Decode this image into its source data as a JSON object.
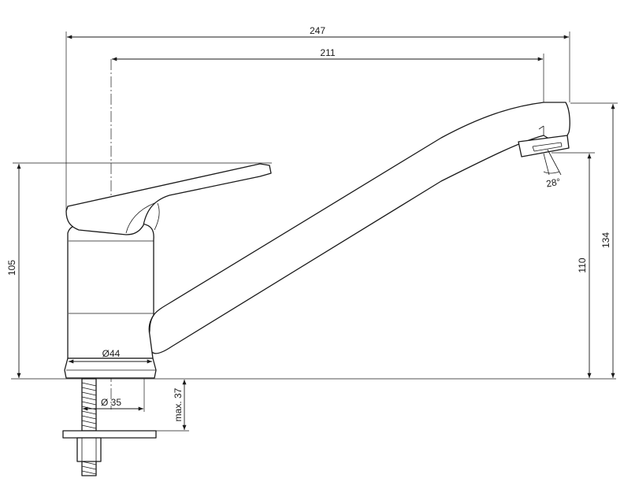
{
  "dimensions": {
    "total_length": "247",
    "reach": "211",
    "body_height": "105",
    "outlet_height": "110",
    "total_height": "134",
    "base_diameter": "Ø44",
    "shank_diameter": "Ø 35",
    "max_mount_thickness": "max. 37",
    "outlet_angle": "28°"
  }
}
